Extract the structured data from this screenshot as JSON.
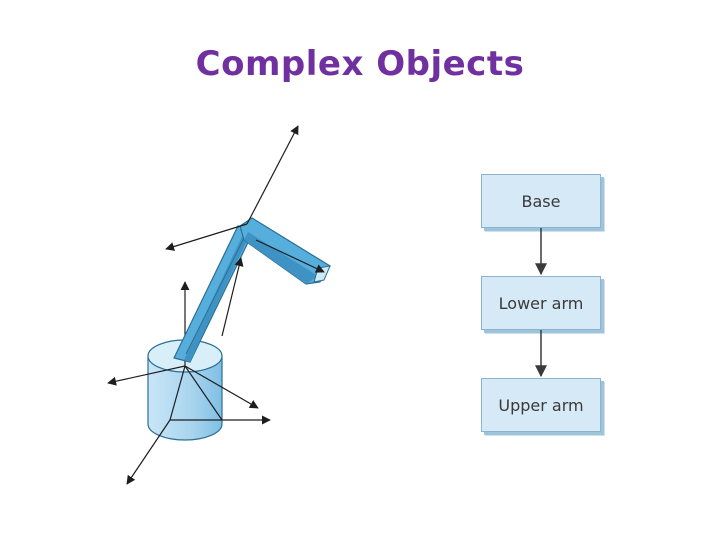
{
  "slide": {
    "title": "Complex Objects",
    "title_color": "#7030a0"
  },
  "hierarchy": {
    "nodes": [
      {
        "label": "Base"
      },
      {
        "label": "Lower arm"
      },
      {
        "label": "Upper arm"
      }
    ],
    "box_fill": "#d6e9f6",
    "arrow_color": "#3a3a3a"
  },
  "robot_arm": {
    "base_color": "#a8d4ee",
    "arm_color": "#56aedc",
    "arm_edge_color": "#2c6e93",
    "axis_color": "#1e1e1e"
  }
}
